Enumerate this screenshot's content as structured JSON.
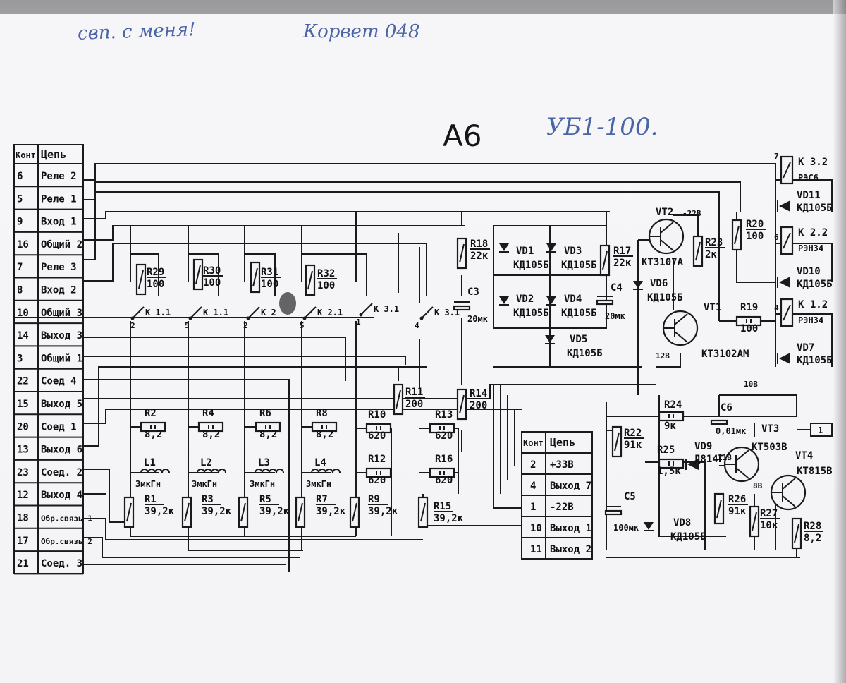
{
  "annotations": {
    "top_left": "свп. с меня!",
    "top_middle": "Корвет 048",
    "board_model": "УБ1-100."
  },
  "board_title": "А6",
  "connector_table": {
    "header": [
      "Конт",
      "Цепь"
    ],
    "rows": [
      {
        "pin": "6",
        "net": "Реле 2"
      },
      {
        "pin": "5",
        "net": "Реле 1"
      },
      {
        "pin": "9",
        "net": "Вход 1"
      },
      {
        "pin": "16",
        "net": "Общий 2"
      },
      {
        "pin": "7",
        "net": "Реле 3"
      },
      {
        "pin": "8",
        "net": "Вход 2"
      },
      {
        "pin": "10",
        "net": "Общий 3"
      },
      {
        "pin": "14",
        "net": "Выход 3"
      },
      {
        "pin": "3",
        "net": "Общий 1"
      },
      {
        "pin": "22",
        "net": "Соед 4"
      },
      {
        "pin": "15",
        "net": "Выход 5"
      },
      {
        "pin": "20",
        "net": "Соед 1"
      },
      {
        "pin": "13",
        "net": "Выход 6"
      },
      {
        "pin": "23",
        "net": "Соед. 2"
      },
      {
        "pin": "12",
        "net": "Выход 4"
      },
      {
        "pin": "18",
        "net": "Обр.связь 1"
      },
      {
        "pin": "17",
        "net": "Обр.связь 2"
      },
      {
        "pin": "21",
        "net": "Соед. 3"
      }
    ]
  },
  "power_table": {
    "header": [
      "Конт",
      "Цепь"
    ],
    "rows": [
      {
        "pin": "2",
        "net": "+33В"
      },
      {
        "pin": "4",
        "net": "Выход 7"
      },
      {
        "pin": "1",
        "net": "-22В"
      },
      {
        "pin": "10",
        "net": "Выход 1"
      },
      {
        "pin": "11",
        "net": "Выход 2"
      }
    ]
  },
  "components": {
    "R29": {
      "ref": "R29",
      "value": "100"
    },
    "R30": {
      "ref": "R30",
      "value": "100"
    },
    "R31": {
      "ref": "R31",
      "value": "100"
    },
    "R32": {
      "ref": "R32",
      "value": "100"
    },
    "R2": {
      "ref": "R2",
      "value": "8,2"
    },
    "R4": {
      "ref": "R4",
      "value": "8,2"
    },
    "R6": {
      "ref": "R6",
      "value": "8,2"
    },
    "R8": {
      "ref": "R8",
      "value": "8,2"
    },
    "L1": {
      "ref": "L1",
      "value": "3мкГн"
    },
    "L2": {
      "ref": "L2",
      "value": "3мкГн"
    },
    "L3": {
      "ref": "L3",
      "value": "3мкГн"
    },
    "L4": {
      "ref": "L4",
      "value": "3мкГн"
    },
    "R1": {
      "ref": "R1",
      "value": "39,2к"
    },
    "R3": {
      "ref": "R3",
      "value": "39,2к"
    },
    "R5": {
      "ref": "R5",
      "value": "39,2к"
    },
    "R7": {
      "ref": "R7",
      "value": "39,2к"
    },
    "R9": {
      "ref": "R9",
      "value": "39,2к"
    },
    "R10": {
      "ref": "R10",
      "value": "620"
    },
    "R12": {
      "ref": "R12",
      "value": "620"
    },
    "R11": {
      "ref": "R11",
      "value": "200"
    },
    "R13": {
      "ref": "R13",
      "value": "620"
    },
    "R16": {
      "ref": "R16",
      "value": "620"
    },
    "R14": {
      "ref": "R14",
      "value": "200"
    },
    "R15": {
      "ref": "R15",
      "value": "39,2к"
    },
    "R18": {
      "ref": "R18",
      "value": "22к"
    },
    "R17": {
      "ref": "R17",
      "value": "22к"
    },
    "C3": {
      "ref": "C3",
      "value": "20мк"
    },
    "C4": {
      "ref": "C4",
      "value": "20мк"
    },
    "VD1": {
      "ref": "VD1",
      "value": "КД105Б"
    },
    "VD2": {
      "ref": "VD2",
      "value": "КД105Б"
    },
    "VD3": {
      "ref": "VD3",
      "value": "КД105Б"
    },
    "VD4": {
      "ref": "VD4",
      "value": "КД105Б"
    },
    "VD5": {
      "ref": "VD5",
      "value": "КД105Б"
    },
    "VD6": {
      "ref": "VD6",
      "value": "КД105Б"
    },
    "VT2": {
      "ref": "VT2",
      "value": "КТ3107А"
    },
    "VT1": {
      "ref": "VT1",
      "value": "КТ3102АМ"
    },
    "R23": {
      "ref": "R23",
      "value": "2к"
    },
    "R20": {
      "ref": "R20",
      "value": "100"
    },
    "R19": {
      "ref": "R19",
      "value": "100"
    },
    "K3.2": {
      "ref": "К 3.2",
      "value": "РЭС6"
    },
    "K2.2": {
      "ref": "К 2.2",
      "value": "РЭН34"
    },
    "K1.2": {
      "ref": "К 1.2",
      "value": "РЭН34"
    },
    "VD11": {
      "ref": "VD11",
      "value": "КД105Б"
    },
    "VD10": {
      "ref": "VD10",
      "value": "КД105Б"
    },
    "VD7": {
      "ref": "VD7",
      "value": "КД105Б"
    },
    "R22": {
      "ref": "R22",
      "value": "91к"
    },
    "R24": {
      "ref": "R24",
      "value": "9к"
    },
    "C6": {
      "ref": "C6",
      "value": "0,01мк"
    },
    "R25": {
      "ref": "R25",
      "value": "1,5к"
    },
    "VD9": {
      "ref": "VD9",
      "value": "Д814Г"
    },
    "C5": {
      "ref": "C5",
      "value": "100мк"
    },
    "VD8": {
      "ref": "VD8",
      "value": "КД105Б"
    },
    "R26": {
      "ref": "R26",
      "value": "91к"
    },
    "R27": {
      "ref": "R27",
      "value": "10к"
    },
    "R28": {
      "ref": "R28",
      "value": "8,2"
    },
    "VT3": {
      "ref": "VT3",
      "value": "КТ503В"
    },
    "VT4": {
      "ref": "VT4",
      "value": "КТ815В"
    }
  },
  "switch_labels": {
    "K11a": "К 1.1",
    "K11b": "К 1.1",
    "K2": "К 2",
    "K21": "К 2.1",
    "K31a": "К 3.1",
    "K31b": "К 3.1"
  },
  "pin_marks": {
    "s1": "2",
    "s2": "5",
    "s3": "2",
    "s4": "5",
    "s5": "1",
    "s6": "4",
    "k3": "7",
    "k2": "6",
    "k1": "4",
    "vt4_tab": "1",
    "p12v": "12В",
    "p22v": "-22В",
    "p10v": "10В",
    "p11v": "11В",
    "p8v": "8В"
  }
}
